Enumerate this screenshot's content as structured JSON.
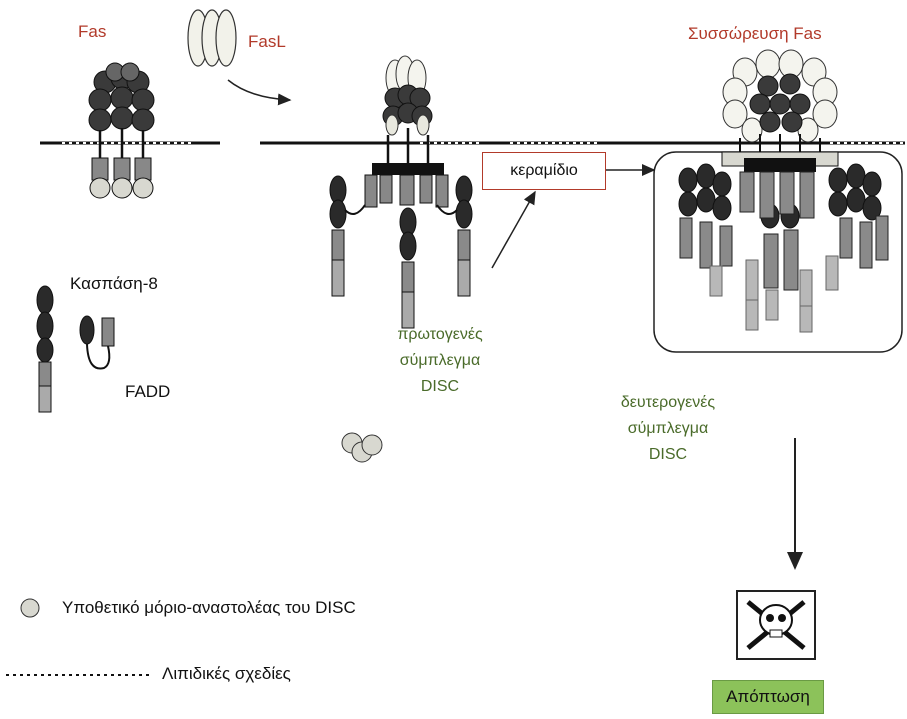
{
  "labels": {
    "fas": "Fas",
    "fasl": "FasL",
    "aggregation": "Συσσώρευση Fas",
    "ceramide": "κεραμίδιο",
    "caspase8": "Κασπάση-8",
    "fadd": "FADD",
    "primary_disc": [
      "πρωτογενές",
      "σύμπλεγμα",
      "DISC"
    ],
    "secondary_disc": [
      "δευτερογενές",
      "σύμπλεγμα",
      "DISC"
    ],
    "apoptosis": "Απόπτωση"
  },
  "legend": {
    "inhibitor": "Υποθετικό μόριο-αναστολέας του DISC",
    "lipid_rafts": "Λιπιδικές σχεδίες"
  },
  "colors": {
    "label_red": "#b23a2a",
    "label_green": "#4a6b2a",
    "apoptosis_box": "#8cc25a",
    "dark_protein": "#2a2a2a",
    "gray_protein": "#8a8a8a",
    "light_protein": "#d8d8d0"
  }
}
